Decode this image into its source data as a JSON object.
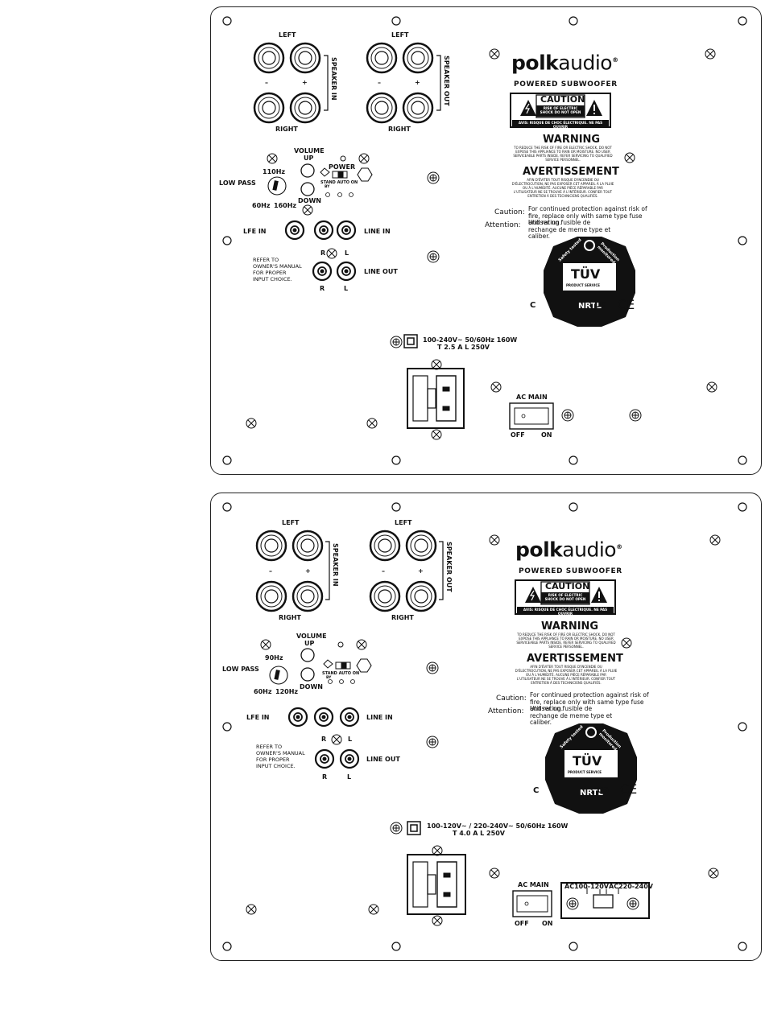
{
  "panels": [
    {
      "speaker_in": {
        "top_label": "LEFT",
        "bottom_label": "RIGHT",
        "minus": "–",
        "plus": "+",
        "side_label": "SPEAKER IN"
      },
      "speaker_out": {
        "top_label": "LEFT",
        "bottom_label": "RIGHT",
        "minus": "–",
        "plus": "+",
        "side_label": "SPEAKER OUT"
      },
      "volume": {
        "label": "VOLUME",
        "up": "UP",
        "down": "DOWN"
      },
      "power": {
        "label": "POWER",
        "switch_labels": "STAND AUTO ON",
        "switch_sub": "BY"
      },
      "low_pass": {
        "label": "LOW PASS",
        "top": "110Hz",
        "left": "60Hz",
        "right": "160Hz"
      },
      "lfe_in": "LFE IN",
      "line_in": "LINE IN",
      "line_out": "LINE OUT",
      "r": "R",
      "l": "L",
      "refer": "REFER TO OWNER'S MANUAL FOR PROPER INPUT CHOICE.",
      "brand_bold": "polk",
      "brand_light": "audio",
      "brand_mark": "®",
      "product": "POWERED SUBWOOFER",
      "caution_title": "CAUTION",
      "caution_sub": "RISK OF ELECTRIC SHOCK DO NOT OPEN",
      "caution_footer": "AVIS: RISQUE DE CHOC ÉLECTRIQUE. NE PAS OUVRIR",
      "warning_title": "WARNING",
      "warning_text": "TO REDUCE THE RISK OF FIRE OR ELECTRIC SHOCK, DO NOT EXPOSE THIS APPLIANCE TO RAIN OR MOISTURE. NO USER SERVICEABLE PARTS INSIDE. REFER SERVICING TO QUALIFIED SERVICE PERSONNEL.",
      "avert_title": "AVERTISSEMENT",
      "avert_text": "AFIN D'ÉVITER TOUT RISQUE D'INCENDIE OU D'ÉLECTROCUTION, NE PAS EXPOSER CET APPAREIL À LA PLUIE OU À L'HUMIDITÉ. AUCUNE PIÈCE RÉPARABLE PAR L'UTILISATEUR NE SE TROUVE À L'INTÉRIEUR. CONFIER TOUT ENTRETIEN À DES TECHNICIENS QUALIFIÉS.",
      "caution_label": "Caution:",
      "caution_line": "For continued protection against risk of fire, replace only with same type fuse and rating.",
      "attention_label": "Attention:",
      "attention_line": "Utiliser un fusible de rechange de meme type et caliber.",
      "tuv": {
        "top_left": "Safety tested",
        "top_right": "Production monitored",
        "mark": "TÜV",
        "sub": "PRODUCT SERVICE",
        "nrtl": "NRTL",
        "c": "C",
        "us": "US"
      },
      "ce": "CE",
      "rating_line1": "100-240V~ 50/60Hz 160W",
      "rating_line2": "T 2.5 A L 250V",
      "ac_main": "AC MAIN",
      "off": "OFF",
      "on": "ON"
    },
    {
      "speaker_in": {
        "top_label": "LEFT",
        "bottom_label": "RIGHT",
        "minus": "–",
        "plus": "+",
        "side_label": "SPEAKER IN"
      },
      "speaker_out": {
        "top_label": "LEFT",
        "bottom_label": "RIGHT",
        "minus": "–",
        "plus": "+",
        "side_label": "SPEAKER OUT"
      },
      "volume": {
        "label": "VOLUME",
        "up": "UP",
        "down": "DOWN"
      },
      "power": {
        "label": "",
        "switch_labels": "STAND AUTO ON",
        "switch_sub": "BY"
      },
      "low_pass": {
        "label": "LOW PASS",
        "top": "90Hz",
        "left": "60Hz",
        "right": "120Hz"
      },
      "lfe_in": "LFE IN",
      "line_in": "LINE IN",
      "line_out": "LINE OUT",
      "r": "R",
      "l": "L",
      "refer": "REFER TO OWNER'S MANUAL FOR PROPER INPUT CHOICE.",
      "brand_bold": "polk",
      "brand_light": "audio",
      "brand_mark": "®",
      "product": "POWERED SUBWOOFER",
      "caution_title": "CAUTION",
      "caution_sub": "RISK OF ELECTRIC SHOCK DO NOT OPEN",
      "caution_footer": "AVIS: RISQUE DE CHOC ÉLECTRIQUE. NE PAS OUVRIR",
      "warning_title": "WARNING",
      "warning_text": "TO REDUCE THE RISK OF FIRE OR ELECTRIC SHOCK, DO NOT EXPOSE THIS APPLIANCE TO RAIN OR MOISTURE. NO USER SERVICEABLE PARTS INSIDE. REFER SERVICING TO QUALIFIED SERVICE PERSONNEL.",
      "avert_title": "AVERTISSEMENT",
      "avert_text": "AFIN D'ÉVITER TOUT RISQUE D'INCENDIE OU D'ÉLECTROCUTION, NE PAS EXPOSER CET APPAREIL À LA PLUIE OU À L'HUMIDITÉ. AUCUNE PIÈCE RÉPARABLE PAR L'UTILISATEUR NE SE TROUVE À L'INTÉRIEUR. CONFIER TOUT ENTRETIEN À DES TECHNICIENS QUALIFIÉS.",
      "caution_label": "Caution:",
      "caution_line": "For continued protection against risk of fire, replace only with same type fuse and rating.",
      "attention_label": "Attention:",
      "attention_line": "Utiliser un fusible de rechange de meme type et caliber.",
      "tuv": {
        "top_left": "Safety tested",
        "top_right": "Production monitored",
        "mark": "TÜV",
        "sub": "PRODUCT SERVICE",
        "nrtl": "NRTL",
        "c": "C",
        "us": "US"
      },
      "ce": "CE",
      "rating_line1": "100-120V~ / 220-240V~ 50/60Hz 160W",
      "rating_line2": "T 4.0 A L 250V",
      "ac_main": "AC MAIN",
      "off": "OFF",
      "on": "ON",
      "voltage_left": "AC100-120V",
      "voltage_right": "AC220-240V"
    }
  ]
}
